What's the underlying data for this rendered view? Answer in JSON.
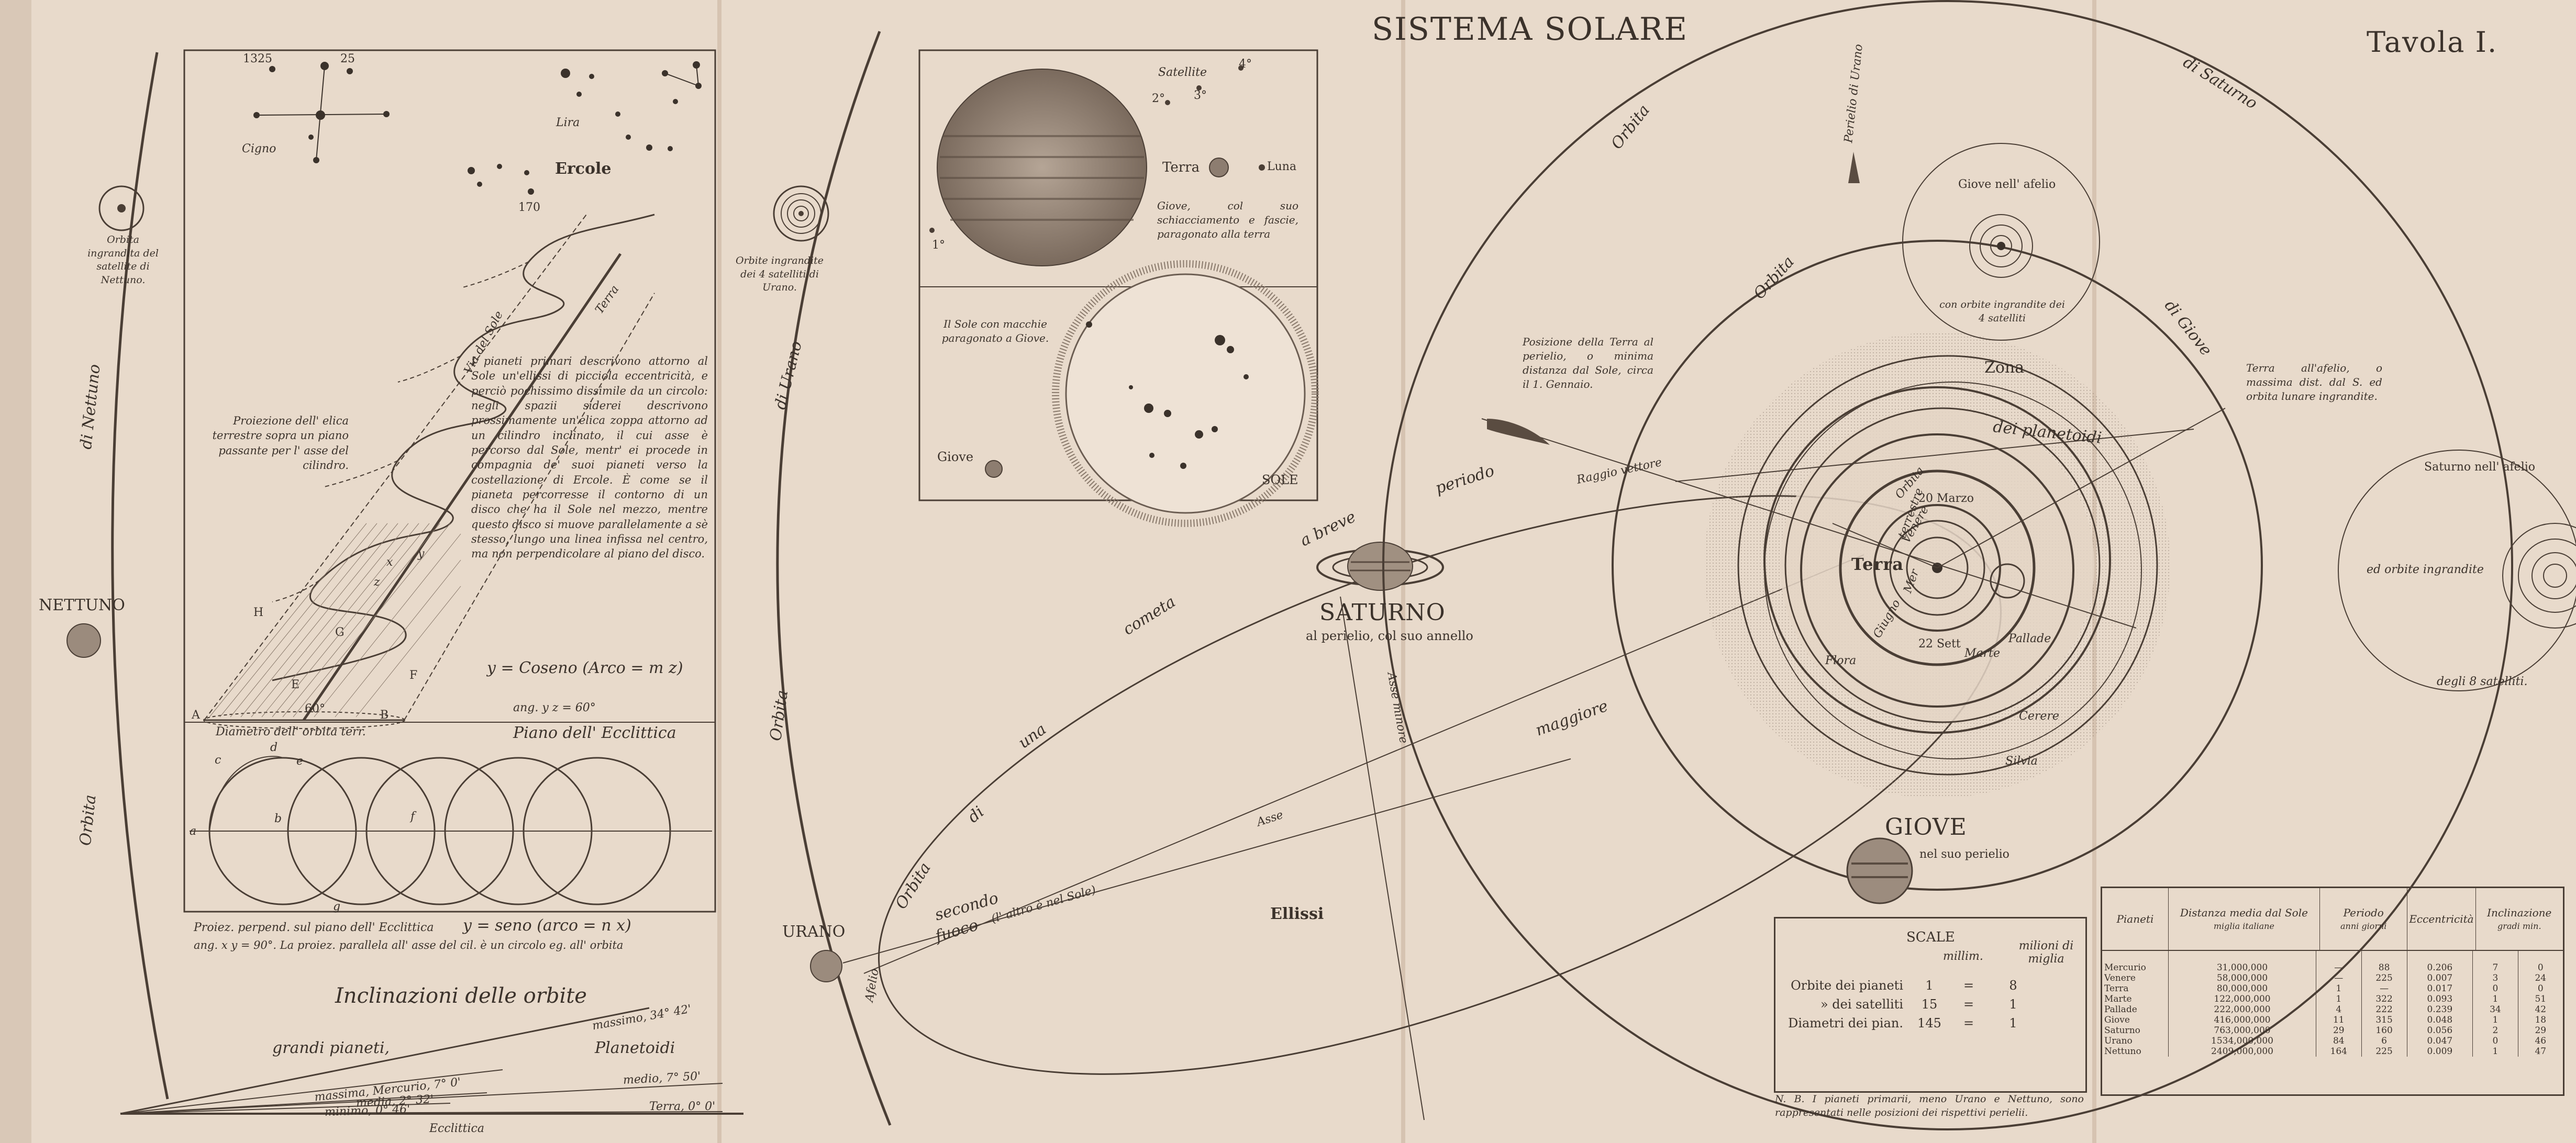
{
  "header": {
    "title": "SISTEMA SOLARE",
    "plate": "Tavola I."
  },
  "left_panel": {
    "stars_labels": [
      "1325",
      "25",
      "Cigno",
      "Lira",
      "Ercole",
      "170"
    ],
    "sun_path_label": "Via del Sole",
    "terra_label": "Terra",
    "helix_caption": "Proiezione dell' elica terrestre sopra un piano passante per l' asse del cilindro.",
    "paragraph": "I pianeti primari descrivono attorno al Sole un'ellissi di picciola eccentricità, e perciò pochissimo dissimile da un circolo: negli spazii siderei descrivono prossimamente un'elica zoppa attorno ad un cilindro inclinato, il cui asse è percorso dal Sole, mentr' ei procede in compagnia de' suoi pianeti verso la costellazione di Ercole. È come se il pianeta percorresse il contorno di un disco che ha il Sole nel mezzo, mentre questo disco si muove parallelamente a sè stesso, lungo una linea infissa nel centro, ma non perpendicolare al piano del disco.",
    "formula_cos": "y = Coseno (Arco = m z)",
    "formula_ang": "ang. y z = 60°",
    "angle_60": "60°",
    "letters": [
      "H",
      "G",
      "E",
      "F",
      "A",
      "B",
      "x",
      "y",
      "z",
      "a",
      "b",
      "c",
      "d",
      "e",
      "f",
      "g"
    ],
    "diameter_label": "Diametro dell' orbita terr.",
    "ecliptic_plane": "Piano dell' Ecclittica",
    "proj_caption": "Proiez. perpend. sul piano dell' Ecclittica",
    "formula_sin": "y = seno (arco = n x)",
    "proj_caption2": "ang. x y = 90°.  La proiez. parallela all' asse del cil. è un circolo eg. all' orbita",
    "neptune_sat_caption": "Orbita ingrandita del satellite di Nettuno."
  },
  "inclinations": {
    "title": "Inclinazioni delle orbite",
    "grandi": "grandi pianeti,",
    "planetoidi": "Planetoidi",
    "massimo": "massimo, 34° 42'",
    "medio": "medio, 7° 50'",
    "terra": "Terra, 0° 0'",
    "mercurio": "massima, Mercurio, 7° 0'",
    "medio_small": "media, 2° 32'",
    "minimo": "minimo, 0° 46'",
    "ecclittica": "Ecclittica"
  },
  "planets": {
    "nettuno": "NETTUNO",
    "orbita_nettuno": "di Nettuno",
    "orbita_word": "Orbita",
    "urano": "URANO",
    "orbita_urano": "di Urano",
    "uranus_sats": "Orbite ingrandite dei 4 satelliti di Urano.",
    "saturno": "SATURNO",
    "saturno_sub": "al perielio, col suo annello",
    "giove": "GIOVE",
    "giove_sub": "nel suo perielio",
    "terra": "Terra",
    "luna": "Luna",
    "sole": "SOLE",
    "giove_small": "Giove",
    "satellite": "Satellite",
    "sat_nums": [
      "1°",
      "2°",
      "3°",
      "4°"
    ]
  },
  "jupiter_box": {
    "caption": "Giove, col suo schiacciamento e fascie, paragonato alla terra",
    "sun_caption": "Il Sole con macchie paragonato a Giove."
  },
  "comet": {
    "words": [
      "Orbita",
      "di",
      "una",
      "cometa",
      "a breve",
      "periodo"
    ],
    "asse_maggiore": "maggiore",
    "asse": "Asse",
    "asse_minore": "Asse minore",
    "fuoco": "fuoco",
    "secondo": "secondo",
    "fuoco_note": "(l' altro è nel Sole)",
    "ellissi": "Ellissi",
    "afelio": "Afelio",
    "raggio": "Raggio vettore",
    "perielio_urano": "Perielio di Urano"
  },
  "inner": {
    "zona": "Zona",
    "planetoidi": "dei planetoidi",
    "terra": "Terra",
    "marzo": "20 Marzo",
    "sett": "22 Sett",
    "venere": "Venere",
    "mercurio": "Mer",
    "giugno": "Giugno",
    "terrestre": "terrestre",
    "orbita": "Orbita",
    "flora": "Flora",
    "marte": "Marte",
    "pallade": "Pallade",
    "cerere": "Cerere",
    "silvia": "Silvia",
    "orbita_giove": "Orbita",
    "di_giove": "di Giove",
    "orbita_saturno_a": "Orbita",
    "orbita_saturno_b": "di Saturno",
    "perielio_note": "Posizione della Terra al perielio, o minima distanza dal Sole, circa il 1. Gennaio.",
    "afelio_note": "Terra all'afelio, o massima dist. dal S. ed orbita lunare ingrandite.",
    "giove_afelio": "Giove nell' afelio",
    "giove_afelio_sub": "con orbite ingrandite dei 4 satelliti",
    "saturno_afelio": "Saturno nell' afelio",
    "saturno_afelio_sub": "ed orbite ingrandite",
    "saturno_afelio_sub2": "degli 8 satelliti."
  },
  "scale": {
    "title": "SCALE",
    "h_mill": "millim.",
    "h_miglia": "milioni di miglia",
    "rows": [
      {
        "label": "Orbite dei pianeti",
        "mm": "1",
        "eq": "=",
        "mi": "8"
      },
      {
        "label": "»  dei satelliti",
        "mm": "15",
        "eq": "=",
        "mi": "1"
      },
      {
        "label": "Diametri dei pian.",
        "mm": "145",
        "eq": "=",
        "mi": "1"
      }
    ],
    "note": "N. B. I pianeti primarii, meno Urano e Nettuno, sono rappresentati nelle posizioni dei rispettivi perielii."
  },
  "table": {
    "h_pianeti": "Pianeti",
    "h_distanza": "Distanza media dal Sole",
    "h_distanza_sub": "miglia italiane",
    "h_periodo": "Periodo",
    "h_periodo_sub": "anni  giorni",
    "h_ecc": "Eccentricità",
    "h_incl": "Inclinazione",
    "h_incl_sub": "gradi  min.",
    "rows": [
      {
        "p": "Mercurio",
        "d": "31,000,000",
        "a": "—",
        "g": "88",
        "e": "0.206",
        "gr": "7",
        "mi": "0"
      },
      {
        "p": "Venere",
        "d": "58,000,000",
        "a": "—",
        "g": "225",
        "e": "0.007",
        "gr": "3",
        "mi": "24"
      },
      {
        "p": "Terra",
        "d": "80,000,000",
        "a": "1",
        "g": "—",
        "e": "0.017",
        "gr": "0",
        "mi": "0"
      },
      {
        "p": "Marte",
        "d": "122,000,000",
        "a": "1",
        "g": "322",
        "e": "0.093",
        "gr": "1",
        "mi": "51"
      },
      {
        "p": "Pallade",
        "d": "222,000,000",
        "a": "4",
        "g": "222",
        "e": "0.239",
        "gr": "34",
        "mi": "42"
      },
      {
        "p": "Giove",
        "d": "416,000,000",
        "a": "11",
        "g": "315",
        "e": "0.048",
        "gr": "1",
        "mi": "18"
      },
      {
        "p": "Saturno",
        "d": "763,000,000",
        "a": "29",
        "g": "160",
        "e": "0.056",
        "gr": "2",
        "mi": "29"
      },
      {
        "p": "Urano",
        "d": "1534,000,000",
        "a": "84",
        "g": "6",
        "e": "0.047",
        "gr": "0",
        "mi": "46"
      },
      {
        "p": "Nettuno",
        "d": "2409,000,000",
        "a": "164",
        "g": "225",
        "e": "0.009",
        "gr": "1",
        "mi": "47"
      }
    ]
  }
}
